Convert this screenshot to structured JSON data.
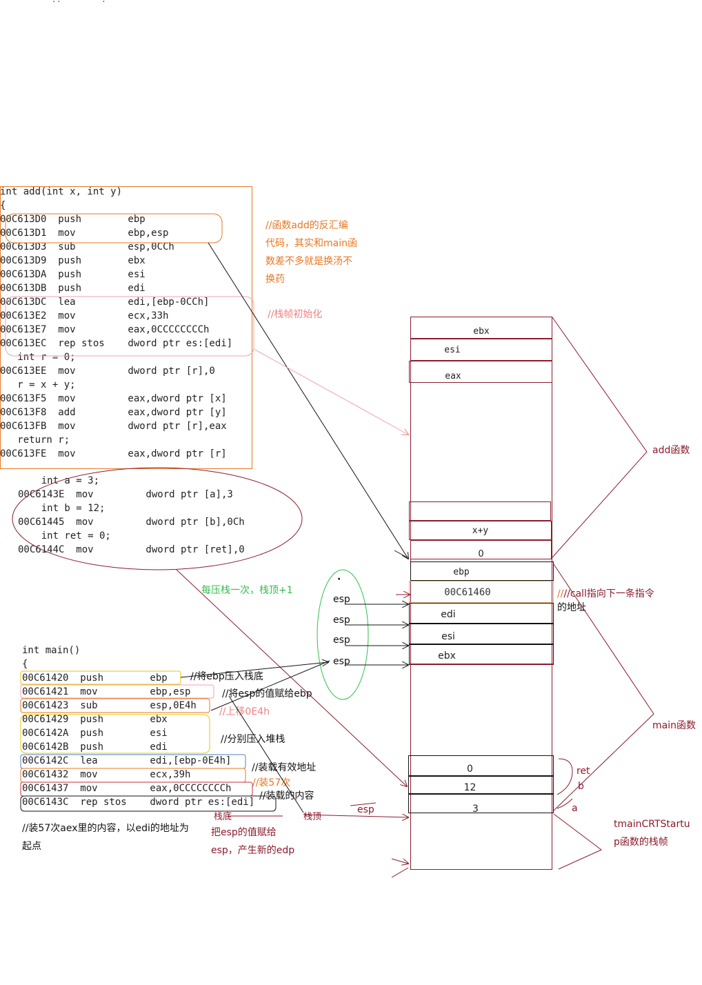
{
  "top_scribble": "· .. ' ·· ' .·",
  "add_code": [
    "int add(int x, int y)",
    "{",
    "00C613D0  push        ebp",
    "00C613D1  mov         ebp,esp",
    "00C613D3  sub         esp,0CCh",
    "00C613D9  push        ebx",
    "00C613DA  push        esi",
    "00C613DB  push        edi",
    "00C613DC  lea         edi,[ebp-0CCh]",
    "00C613E2  mov         ecx,33h",
    "00C613E7  mov         eax,0CCCCCCCCh",
    "00C613EC  rep stos    dword ptr es:[edi]",
    "   int r = 0;",
    "00C613EE  mov         dword ptr [r],0",
    "   r = x + y;",
    "00C613F5  mov         eax,dword ptr [x]",
    "00C613F8  add         eax,dword ptr [y]",
    "00C613FB  mov         dword ptr [r],eax",
    "   return r;",
    "00C613FE  mov         eax,dword ptr [r]"
  ],
  "main_vars_code": [
    "    int a = 3;",
    "00C6143E  mov         dword ptr [a],3",
    "    int b = 12;",
    "00C61445  mov         dword ptr [b],0Ch",
    "    int ret = 0;",
    "00C6144C  mov         dword ptr [ret],0"
  ],
  "main_code": [
    "int main()",
    "{",
    "00C61420  push        ebp",
    "00C61421  mov         ebp,esp",
    "00C61423  sub         esp,0E4h",
    "00C61429  push        ebx",
    "00C6142A  push        esi",
    "00C6142B  push        edi",
    "00C6142C  lea         edi,[ebp-0E4h]",
    "00C61432  mov         ecx,39h",
    "00C61437  mov         eax,0CCCCCCCCh",
    "00C6143C  rep stos    dword ptr es:[edi]"
  ],
  "notes": {
    "add_disasm": [
      "//函数add的反汇编",
      "代码，其实和main函",
      "数差不多就是换汤不",
      "换药"
    ],
    "frame_init": "//栈帧初始化",
    "push_plus1": "每压栈一次，栈顶+1",
    "call_next": [
      "//call指向下一条指令",
      "的地址"
    ],
    "push_ebp": "//将ebp压入栈底",
    "ebp_esp": "//将esp的值赋给ebp",
    "sub_esp": "//上移0E4h",
    "push_regs": "//分别压入堆栈",
    "lea_addr": "//装载有效地址",
    "mov_ecx": "//装57次",
    "mov_eax": "//装载的内容",
    "rep_stos": [
      "//装57次aex里的内容，以edi的地址为",
      "起点"
    ],
    "stack_bottom": "栈底",
    "stack_top": "栈顶",
    "esp_label": "esp",
    "esp_new": [
      "把esp的值赋给",
      "esp，产生新的edp"
    ],
    "dot": "·"
  },
  "esp_labels": [
    "esp",
    "esp",
    "esp",
    "esp"
  ],
  "stack": {
    "ebx": "ebx",
    "esi": "esi",
    "eax": "eax",
    "xy": "x+y",
    "zero": "0",
    "ebp": "ebp",
    "ret_addr": "00C61460",
    "edi2": "edi",
    "esi2": "esi",
    "ebx2": "ebx",
    "ret_val": "0",
    "b_val": "12",
    "a_val": "3"
  },
  "brace_labels": {
    "add_func": "add函数",
    "main_func": "main函数",
    "crt": [
      "tmainCRTStartu",
      "p函数的栈帧"
    ],
    "ret": "ret",
    "b": "b",
    "a": "a"
  },
  "colors": {
    "orange": "#e87722",
    "pink": "#f08080",
    "green": "#2fbf4a",
    "darkred": "#8b1a2b",
    "blue": "#5080c0",
    "yellow": "#e6c800",
    "black": "#111111"
  }
}
